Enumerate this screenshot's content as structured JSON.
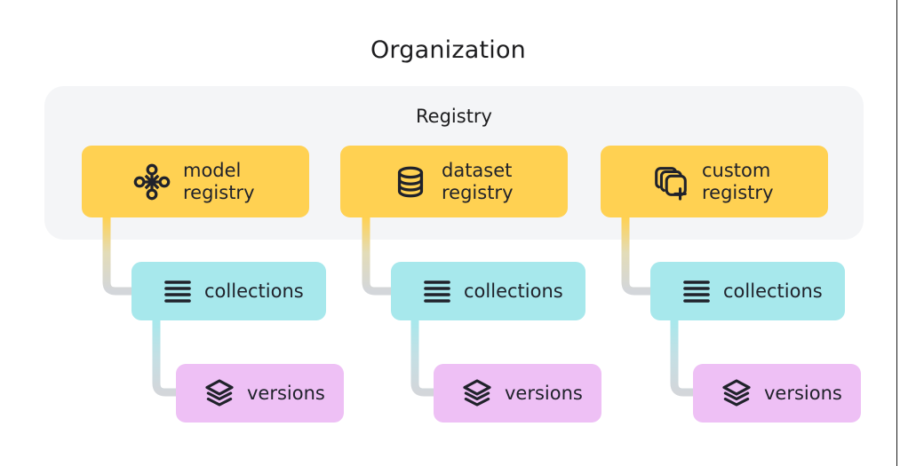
{
  "diagram": {
    "title": "Organization",
    "panel_label": "Registry",
    "colors": {
      "background": "#ffffff",
      "panel": "#f4f5f7",
      "registry_card": "#ffd152",
      "collections_card": "#a7e8ec",
      "versions_card": "#eec0f5",
      "connector_gray": "#d3d6da",
      "text": "#20222b"
    },
    "columns": [
      {
        "registry": {
          "label": "model\nregistry",
          "icon": "node-graph-icon"
        },
        "collections": {
          "label": "collections",
          "icon": "list-lines-icon"
        },
        "versions": {
          "label": "versions",
          "icon": "layers-stack-icon"
        }
      },
      {
        "registry": {
          "label": "dataset\nregistry",
          "icon": "database-cylinder-icon"
        },
        "collections": {
          "label": "collections",
          "icon": "list-lines-icon"
        },
        "versions": {
          "label": "versions",
          "icon": "layers-stack-icon"
        }
      },
      {
        "registry": {
          "label": "custom\nregistry",
          "icon": "stacked-squares-plus-icon"
        },
        "collections": {
          "label": "collections",
          "icon": "list-lines-icon"
        },
        "versions": {
          "label": "versions",
          "icon": "layers-stack-icon"
        }
      }
    ]
  }
}
